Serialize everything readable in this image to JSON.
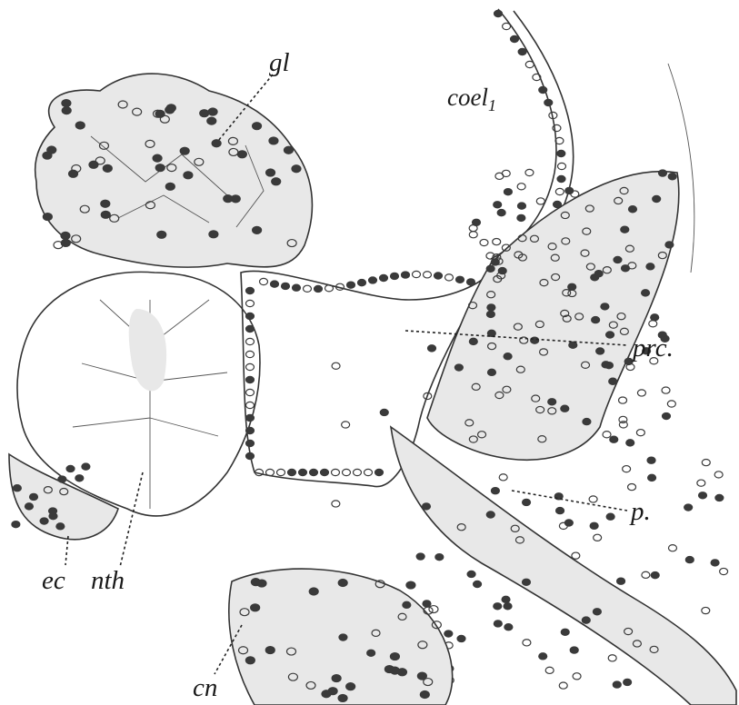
{
  "labels": {
    "gl": "gl",
    "coel": "coel",
    "coel_sub": "1",
    "prc": "prc.",
    "p": "p.",
    "ec": "ec",
    "nth": "nth",
    "cn": "cn"
  },
  "colors": {
    "ink": "#1a1a1a",
    "nucleus": "#3a3a3a",
    "paper": "#ffffff"
  }
}
